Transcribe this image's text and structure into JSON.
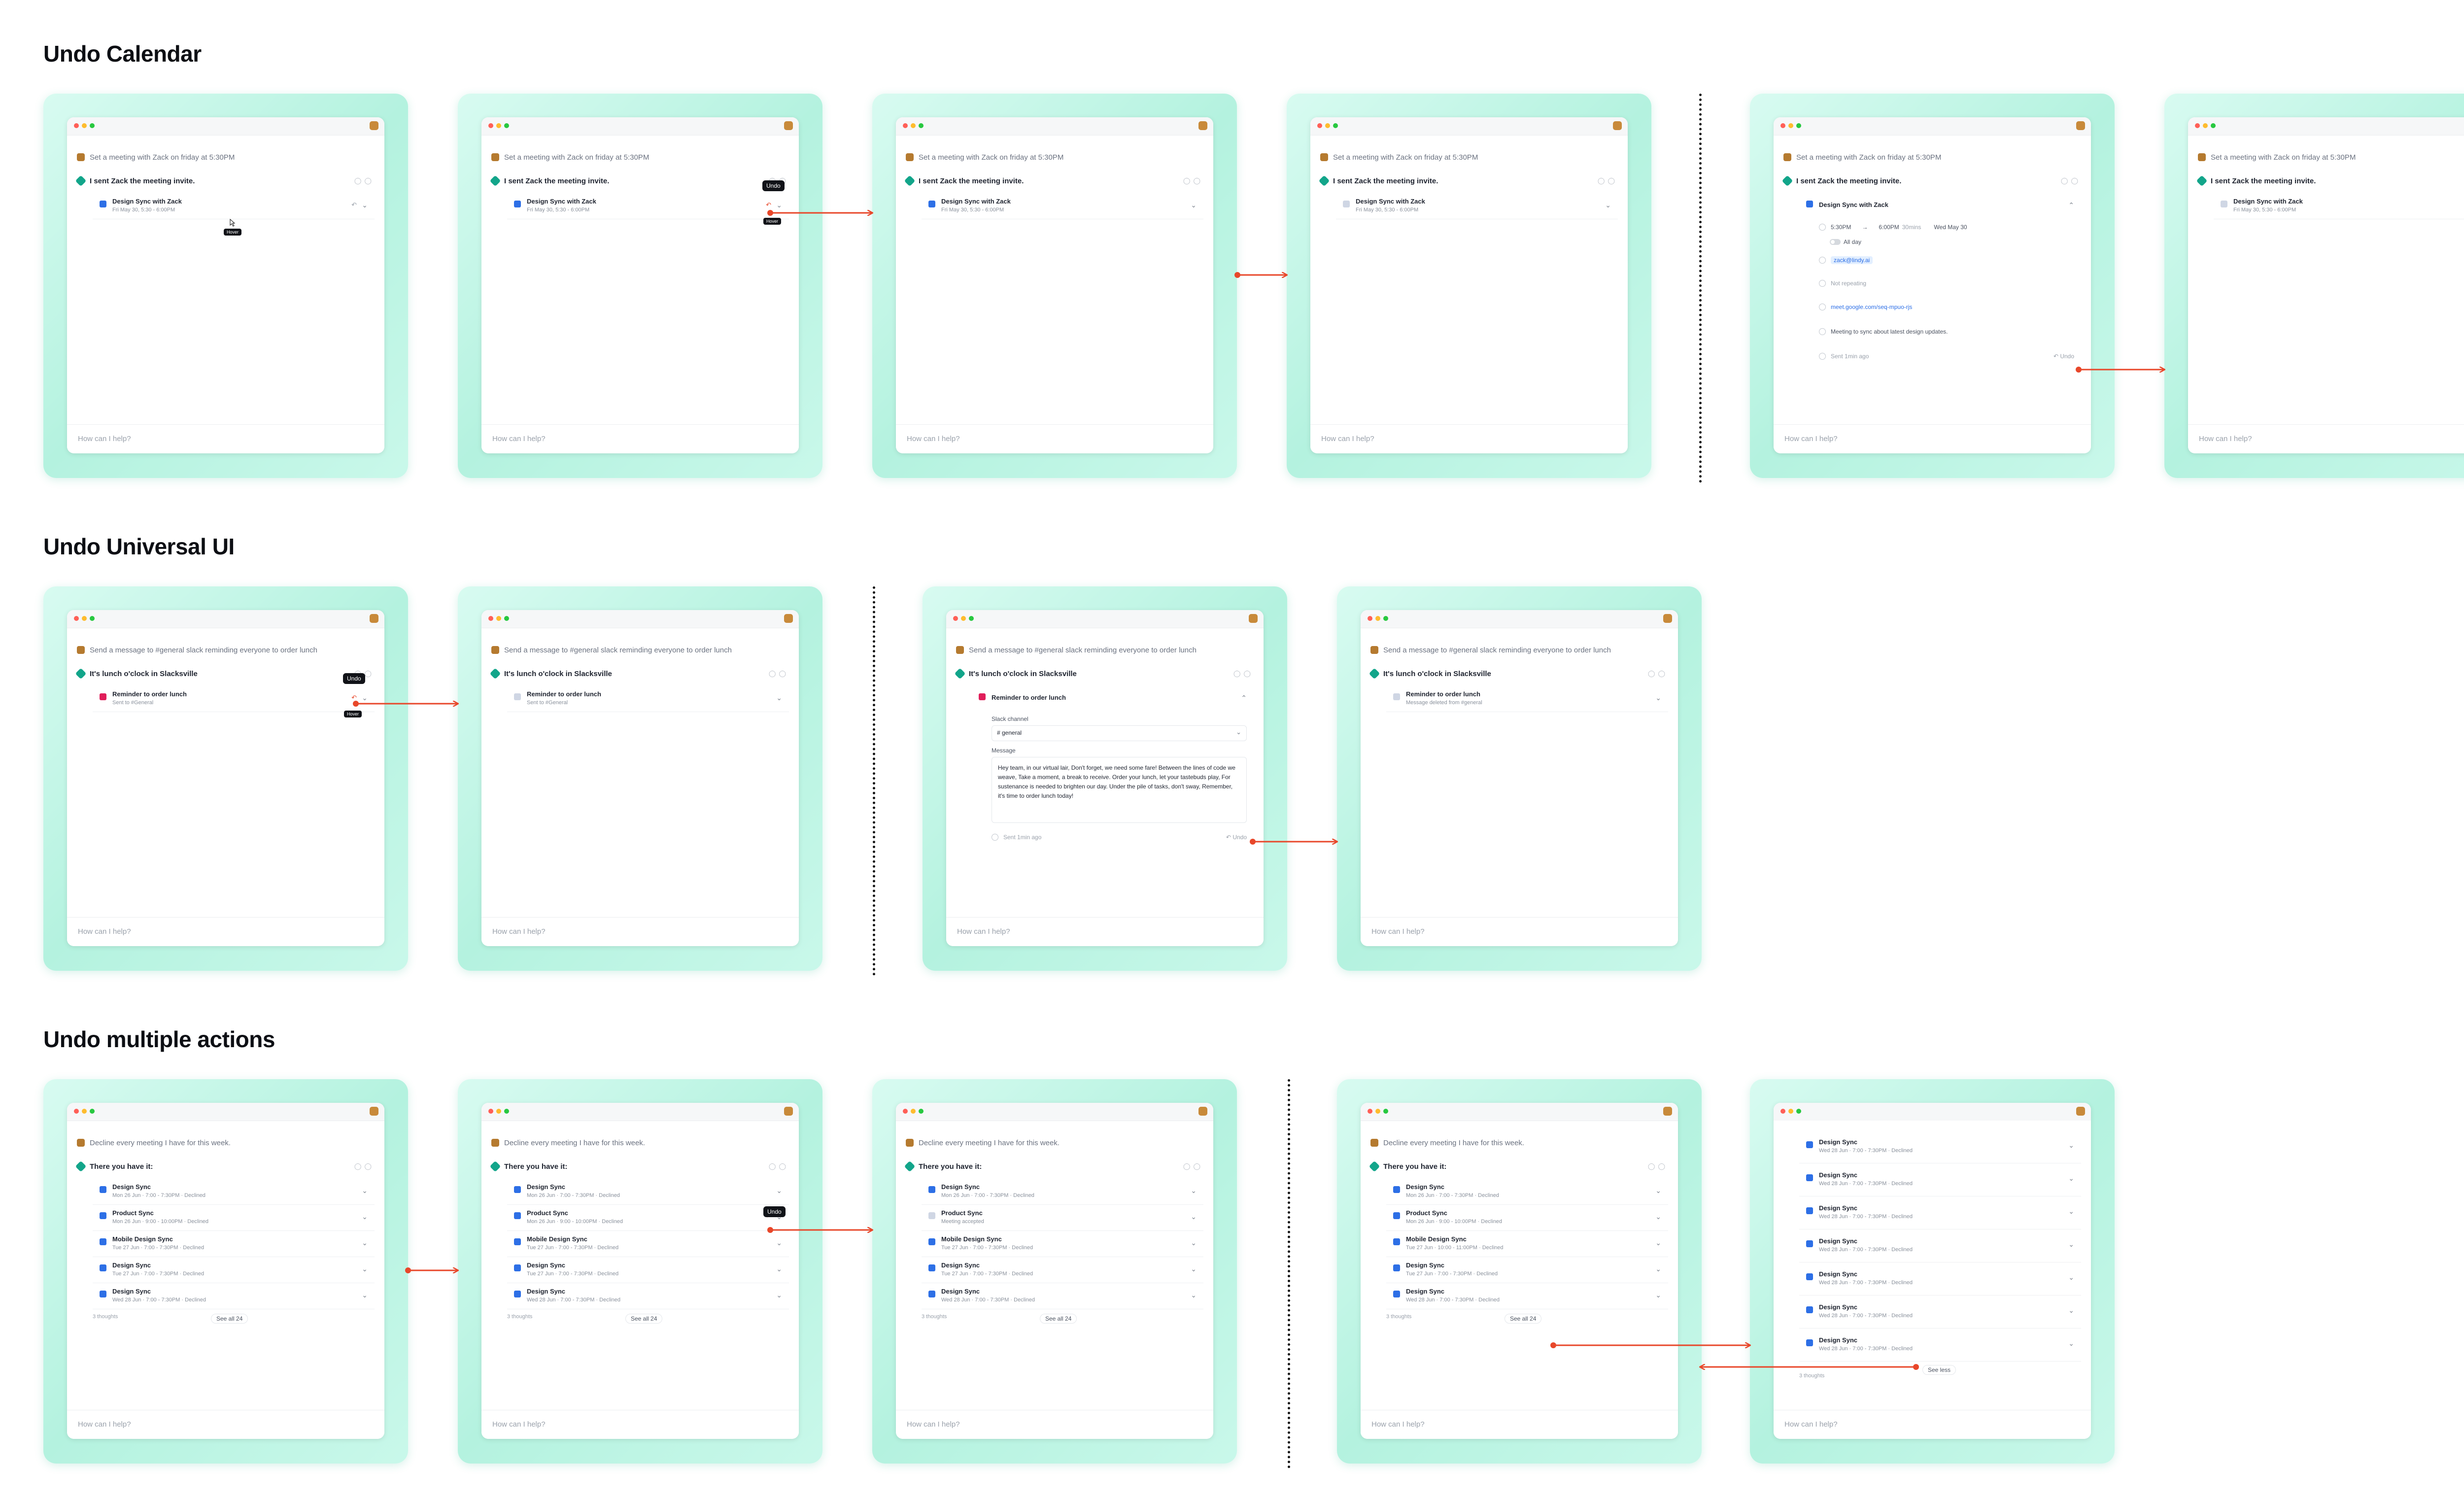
{
  "sections": [
    {
      "title": "Undo Calendar"
    },
    {
      "title": "Undo Universal UI"
    },
    {
      "title": "Undo multiple actions"
    }
  ],
  "common": {
    "prompt_placeholder": "How can I help?",
    "tooltip_undo": "Undo",
    "tooltip_hover": "Hover"
  },
  "calendar": {
    "user_prompt": "Set a meeting with Zack on friday at 5:30PM",
    "bot_reply": "I sent Zack the meeting invite.",
    "event_title": "Design Sync with Zack",
    "event_time": "Fri May 30, 5:30 - 6:00PM",
    "detail": {
      "start": "5:30PM",
      "arrow": "→",
      "end": "6:00PM",
      "duration": "30mins",
      "date": "Wed May 30",
      "all_day": "All day",
      "attendee": "zack@lindy.ai",
      "repeat": "Not repeating",
      "meet_link": "meet.google.com/seq-mpuo-rjs",
      "description": "Meeting to sync about latest design updates.",
      "sent": "Sent 1min ago",
      "undo": "Undo"
    }
  },
  "universal": {
    "user_prompt": "Send a message to #general slack reminding everyone to order lunch",
    "bot_reply": "It's lunch o'clock in Slacksville",
    "card_title": "Reminder to order lunch",
    "card_sub_sent": "Sent to #General",
    "card_sub_deleted": "Message deleted from #general",
    "channel_label": "Slack channel",
    "channel_value": "# general",
    "message_label": "Message",
    "message_body": "Hey team, in our virtual lair, Don't forget, we need some fare! Between the lines of code we weave, Take a moment, a break to receive. Order your lunch, let your tastebuds play, For sustenance is needed to brighten our day. Under the pile of tasks, don't sway, Remember, it's time to order lunch today!",
    "sent": "Sent 1min ago",
    "undo": "Undo"
  },
  "multiple": {
    "user_prompt": "Decline every meeting I have for this week.",
    "bot_reply": "There you have it:",
    "events": [
      {
        "title": "Design Sync",
        "sub": "Mon 26 Jun · 7:00 - 7:30PM · Declined"
      },
      {
        "title": "Product Sync",
        "sub": "Mon 26 Jun · 9:00 - 10:00PM · Declined"
      },
      {
        "title": "Mobile Design Sync",
        "sub": "Tue 27 Jun · 7:00 - 7:30PM · Declined"
      },
      {
        "title": "Design Sync",
        "sub": "Tue 27 Jun · 7:00 - 7:30PM · Declined"
      },
      {
        "title": "Design Sync",
        "sub": "Wed 28 Jun · 7:00 - 7:30PM · Declined"
      }
    ],
    "events_after_undo": [
      {
        "title": "Design Sync",
        "sub": "Mon 26 Jun · 7:00 - 7:30PM · Declined"
      },
      {
        "title": "Product Sync",
        "sub": "Meeting accepted"
      },
      {
        "title": "Mobile Design Sync",
        "sub": "Tue 27 Jun · 7:00 - 7:30PM · Declined"
      },
      {
        "title": "Design Sync",
        "sub": "Tue 27 Jun · 7:00 - 7:30PM · Declined"
      },
      {
        "title": "Design Sync",
        "sub": "Wed 28 Jun · 7:00 - 7:30PM · Declined"
      }
    ],
    "events_f4": [
      {
        "title": "Design Sync",
        "sub": "Mon 26 Jun · 7:00 - 7:30PM · Declined"
      },
      {
        "title": "Product Sync",
        "sub": "Mon 26 Jun · 9:00 - 10:00PM · Declined"
      },
      {
        "title": "Mobile Design Sync",
        "sub": "Tue 27 Jun · 10:00 - 11:00PM · Declined"
      },
      {
        "title": "Design Sync",
        "sub": "Tue 27 Jun · 7:00 - 7:30PM · Declined"
      },
      {
        "title": "Design Sync",
        "sub": "Wed 28 Jun · 7:00 - 7:30PM · Declined"
      }
    ],
    "expanded_events": [
      {
        "title": "Design Sync",
        "sub": "Wed 28 Jun · 7:00 - 7:30PM · Declined"
      },
      {
        "title": "Design Sync",
        "sub": "Wed 28 Jun · 7:00 - 7:30PM · Declined"
      },
      {
        "title": "Design Sync",
        "sub": "Wed 28 Jun · 7:00 - 7:30PM · Declined"
      },
      {
        "title": "Design Sync",
        "sub": "Wed 28 Jun · 7:00 - 7:30PM · Declined"
      },
      {
        "title": "Design Sync",
        "sub": "Wed 28 Jun · 7:00 - 7:30PM · Declined"
      },
      {
        "title": "Design Sync",
        "sub": "Wed 28 Jun · 7:00 - 7:30PM · Declined"
      },
      {
        "title": "Design Sync",
        "sub": "Wed 28 Jun · 7:00 - 7:30PM · Declined"
      }
    ],
    "thoughts": "3 thoughts",
    "see_all": "See all 24",
    "see_less": "See less"
  },
  "colors": {
    "accent_arrow": "#e8472a",
    "frame_green": "#b4f2df",
    "calendar_blue": "#2d6fe6",
    "brand_teal": "#12a58a"
  }
}
